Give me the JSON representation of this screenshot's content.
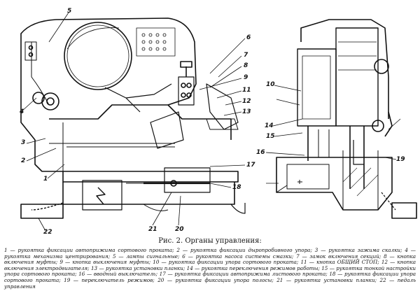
{
  "callouts": {
    "c1": "1",
    "c2": "2",
    "c3": "3",
    "c4": "4",
    "c5": "5",
    "c6": "6",
    "c7": "7",
    "c8": "8",
    "c9": "9",
    "c10": "10",
    "c11": "11",
    "c12": "12",
    "c13": "13",
    "c14": "14",
    "c15": "15",
    "c16": "16",
    "c17": "17",
    "c18": "18",
    "c19": "19",
    "c20": "20",
    "c21": "21",
    "c22": "22"
  },
  "caption": "Рис. 2. Органы управления:",
  "legend": "1 — рукоятка фиксации автоприжима сортового проката; 2 — рукоятка фиксации дыропробивного упора; 3 — рукоятка зажима скалки; 4 — рукоятка механизма центрирования; 5 — лампы сигнальные; 6 — рукоятка насоса системы смазки; 7 — замок включения секций; 8 — кнопка включения муфты; 9 — кнопка выключения муфты; 10 — рукоятка фиксации упора сортового проката; 11 — кнопка ОБЩИЙ СТОП; 12 — кнопка включения электродвигателя; 13 — рукоятка установки планки; 14 — рукоятка переключения режимов работы; 15 — рукоятка тонкой настройки упора сортового проката; 16 — вводный выключатель; 17 — рукоятка фиксации автоприжима листового проката; 18 — рукоятка фиксации упора сортового проката; 19 — переключатель режимов; 20 — рукоятка фиксации упора полосы; 21 — рукоятка установки планки; 22 — педаль управления"
}
